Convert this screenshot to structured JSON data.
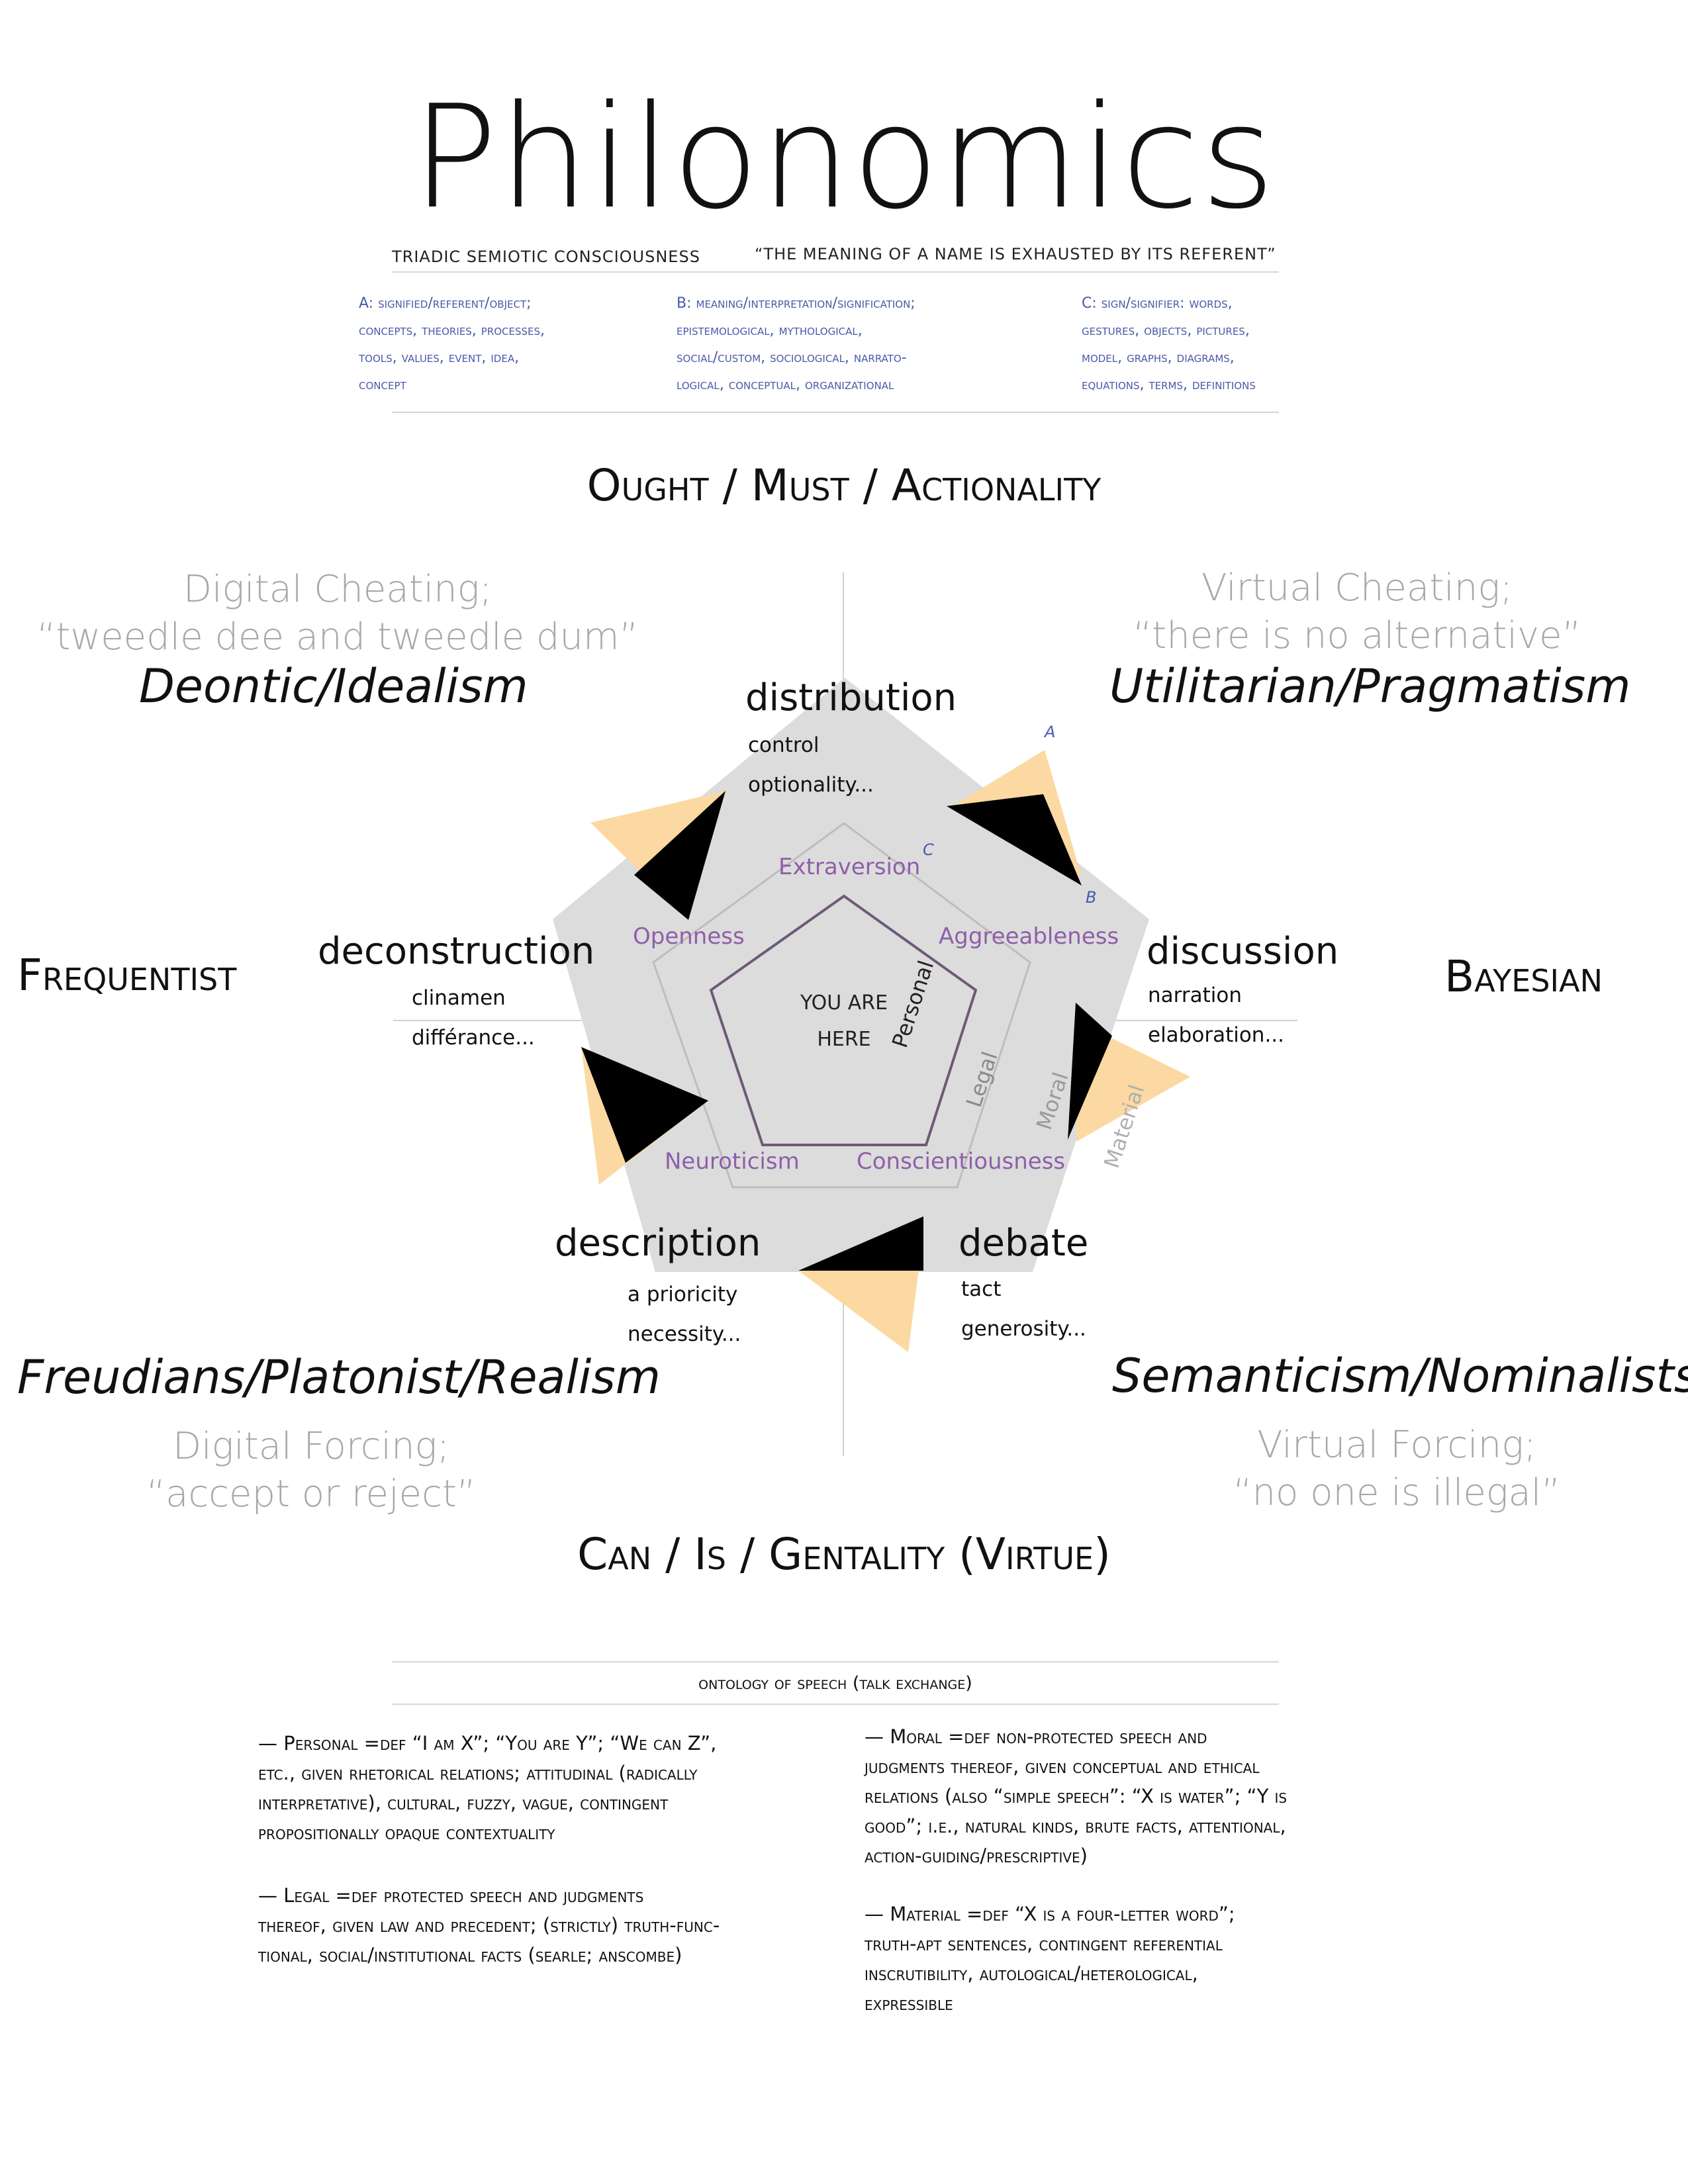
{
  "title": "Philonomics",
  "header": {
    "left": "triadic semiotic consciousness",
    "right": "“the meaning of a name is exhausted by its referent”"
  },
  "referents": {
    "a": [
      "A: signified/referent/object;",
      "concepts, theories, processes,",
      "tools, values, event, idea,",
      "concept"
    ],
    "b": [
      "B: meaning/interpretation/signification;",
      "epistemological, mythological,",
      "social/custom, sociological, narrato-",
      "logical, conceptual, organizational"
    ],
    "c": [
      "C: sign/signifier: words,",
      "gestures, objects, pictures,",
      "model, graphs, diagrams,",
      "equations, terms, definitions"
    ]
  },
  "axes": {
    "top": "Ought / Must / Actionality",
    "bottom": "Can / Is / Gentality (Virtue)",
    "left": "Frequentist",
    "right": "Bayesian"
  },
  "quadrants": {
    "top_left": {
      "grey": [
        "Digital Cheating;",
        "“tweedle dee and tweedle dum”"
      ],
      "school": "Deontic/Idealism"
    },
    "top_right": {
      "grey": [
        "Virtual Cheating;",
        "“there is no alternative”"
      ],
      "school": "Utilitarian/Pragmatism"
    },
    "bottom_left": {
      "school": "Freudians/Platonist/Realism",
      "grey": [
        "Digital Forcing;",
        "“accept or reject”"
      ]
    },
    "bottom_right": {
      "school": "Semanticism/Nominalists",
      "grey": [
        "Virtual Forcing;",
        "“no one is illegal”"
      ]
    }
  },
  "nodes": {
    "distribution": {
      "label": "distribution",
      "subs": [
        "control",
        "optionality..."
      ]
    },
    "deconstruction": {
      "label": "deconstruction",
      "subs": [
        "clinamen",
        "différance..."
      ]
    },
    "discussion": {
      "label": "discussion",
      "subs": [
        "narration",
        "elaboration..."
      ]
    },
    "description": {
      "label": "description",
      "subs": [
        "a prioricity",
        "necessity..."
      ]
    },
    "debate": {
      "label": "debate",
      "subs": [
        "tact",
        "generosity..."
      ]
    }
  },
  "traits": {
    "extraversion": "Extraversion",
    "openness": "Openness",
    "agreeableness": "Aggreeableness",
    "neuroticism": "Neuroticism",
    "conscientiousness": "Conscientiousness"
  },
  "rings": {
    "personal": "Personal",
    "legal": "Legal",
    "moral": "Moral",
    "material": "Material"
  },
  "center": {
    "line1": "YOU ARE",
    "line2": "HERE"
  },
  "markers": {
    "a": "A",
    "b": "B",
    "c": "C"
  },
  "ontology": {
    "title": "ontology of speech (talk exchange)",
    "personal": [
      "— Personal =def “I am X”; “You are Y”; “We can Z”,",
      "etc., given rhetorical relations; attitudinal (radically",
      "interpretative), cultural, fuzzy, vague, contingent",
      "propositionally opaque contextuality"
    ],
    "legal": [
      "— Legal =def protected speech and judgments",
      "thereof, given law and precedent; (strictly) truth-func-",
      "tional, social/institutional facts (searle; anscombe)"
    ],
    "moral": [
      "— Moral =def non-protected speech and",
      "judgments thereof, given conceptual and ethical",
      "relations (also “simple speech”: “X is water”; “Y is",
      "good”; i.e., natural kinds, brute facts, attentional,",
      "action-guiding/prescriptive)"
    ],
    "material": [
      "— Material =def “X is a four-letter word”;",
      "truth-apt sentences, contingent referential",
      "inscrutibility, autological/heterological,",
      "expressible"
    ]
  },
  "colors": {
    "pentagon_fill": "#dcdcdc",
    "ring": "#bdbdbd",
    "inner": "#6e5a78",
    "trait": "#8e5fa8",
    "peach": "#fcd9a2",
    "link": "#4a5aa8"
  }
}
